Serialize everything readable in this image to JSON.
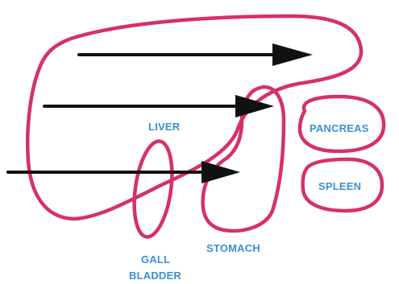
{
  "labels": {
    "liver": "LIVER",
    "pancreas": "PANCREAS",
    "spleen": "SPLEEN",
    "stomach": "STOMACH",
    "gall_line1": "GALL",
    "gall_line2": "BLADDER"
  },
  "colors": {
    "outline": "#d6306a",
    "label_text": "#3b8fd6",
    "arrow": "#111111",
    "background": "#ffffff"
  }
}
